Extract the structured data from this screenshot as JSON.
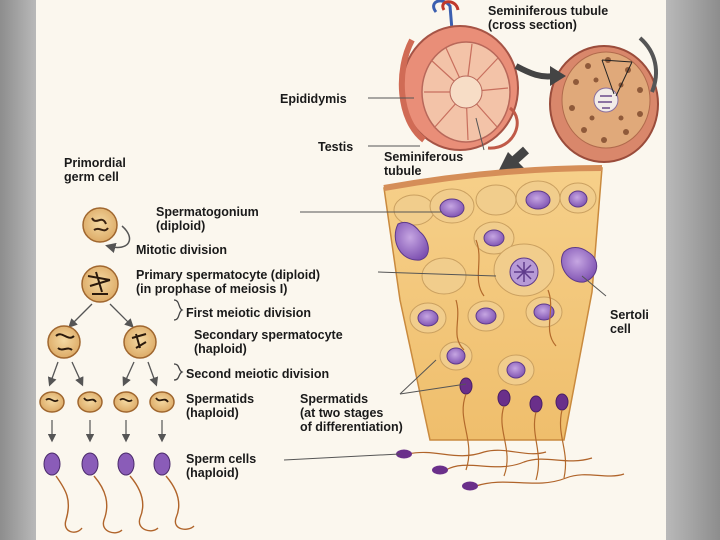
{
  "labels": {
    "seminiferous_tubule_cross_section": "Seminiferous tubule\n(cross section)",
    "epididymis": "Epididymis",
    "testis": "Testis",
    "seminiferous_tubule": "Seminiferous\ntubule",
    "primordial_germ_cell": "Primordial\ngerm cell",
    "spermatogonium": "Spermatogonium\n(diploid)",
    "mitotic_division": "Mitotic division",
    "primary_spermatocyte": "Primary spermatocyte (diploid)\n(in prophase of meiosis I)",
    "first_meiotic_division": "First meiotic division",
    "secondary_spermatocyte": "Secondary spermatocyte\n(haploid)",
    "second_meiotic_division": "Second meiotic division",
    "spermatids_haploid": "Spermatids\n(haploid)",
    "spermatids_two_stages": "Spermatids\n(at two stages\nof differentiation)",
    "sperm_cells": "Sperm cells\n(haploid)",
    "sertoli_cell": "Sertoli\ncell"
  },
  "colors": {
    "cell_fill": "#e7bf7c",
    "cell_edge": "#a0672f",
    "nucleus_purple": "#8e64b8",
    "tissue": "#f0c47a",
    "tubule_pink": "#e59a82",
    "sperm_head": "#7a3a9c"
  }
}
